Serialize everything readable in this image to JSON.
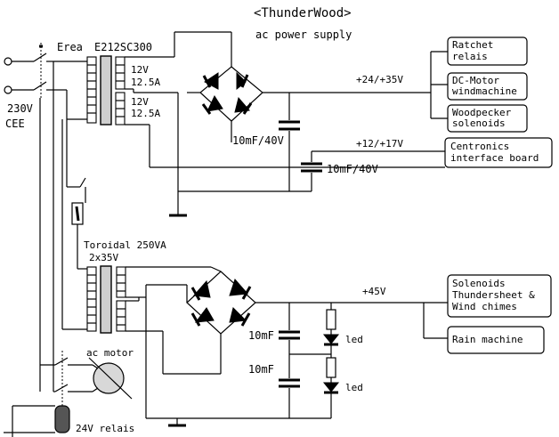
{
  "title": "<ThunderWood>",
  "subtitle": "ac power supply",
  "mains": {
    "voltage": "230V",
    "connector": "CEE",
    "switch_label": "Erea"
  },
  "transformer1": {
    "part": "E212SC300",
    "winding1": [
      "12V",
      "12.5A"
    ],
    "winding2": [
      "12V",
      "12.5A"
    ]
  },
  "capacitors": [
    "10mF/40V",
    "10mF/40V",
    "10mF",
    "10mF"
  ],
  "rails": {
    "rail_24_35": "+24/+35V",
    "rail_12_17": "+12/+17V",
    "rail_45": "+45V"
  },
  "loads_top": [
    [
      "Ratchet",
      "relais"
    ],
    [
      "DC-Motor",
      "windmachine"
    ],
    [
      "Woodpecker",
      "solenoids"
    ]
  ],
  "centronics": [
    "Centronics",
    "interface board"
  ],
  "transformer2": {
    "name": "Toroidal 250VA",
    "winding": "2x35V"
  },
  "loads_bottom": [
    [
      "Solenoids",
      "Thundersheet &",
      "Wind chimes"
    ],
    [
      "Rain machine"
    ]
  ],
  "leds": [
    "led",
    "led"
  ],
  "motor_label": "ac motor",
  "relay_label": "24V relais"
}
